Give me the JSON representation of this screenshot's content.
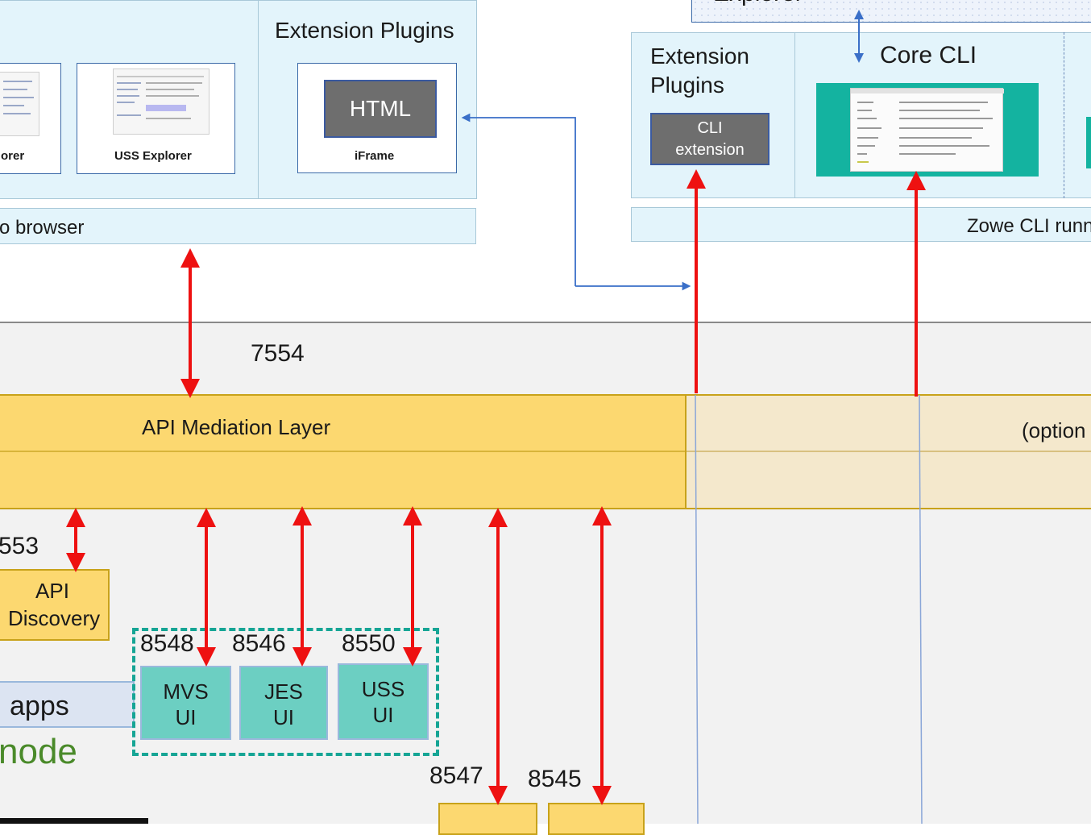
{
  "browser_panel": {
    "cards": [
      {
        "label": "orer"
      },
      {
        "label": "USS Explorer"
      }
    ],
    "extension_plugins_title": "Extension Plugins",
    "html_box_label": "HTML",
    "iframe_label": "iFrame",
    "footer_label": "o browser"
  },
  "top_panel": {
    "label": "Explorer"
  },
  "cli_panel": {
    "extension_plugins_title": "Extension Plugins",
    "cli_extension_label": "CLI extension",
    "core_cli_title": "Core CLI",
    "footer_label": "Zowe CLI runn"
  },
  "ports": {
    "gateway": "7554",
    "discovery": "553",
    "mvs": "8548",
    "jes": "8546",
    "uss": "8550",
    "p8547": "8547",
    "p8545": "8545"
  },
  "mediation": {
    "label": "API Mediation Layer",
    "optional_label": "(option"
  },
  "discovery": {
    "label": "API Discovery"
  },
  "apps": {
    "label": "apps",
    "mode_label": "node"
  },
  "services": [
    {
      "label": "MVS UI"
    },
    {
      "label": "JES UI"
    },
    {
      "label": "USS UI"
    }
  ],
  "colors": {
    "arrow": "#ee1111",
    "connector": "#3a6fc8",
    "mediation": "#fcd870",
    "teal": "#6ccfc2",
    "panel": "#e3f4fb",
    "node_green": "#4a8a2a"
  }
}
